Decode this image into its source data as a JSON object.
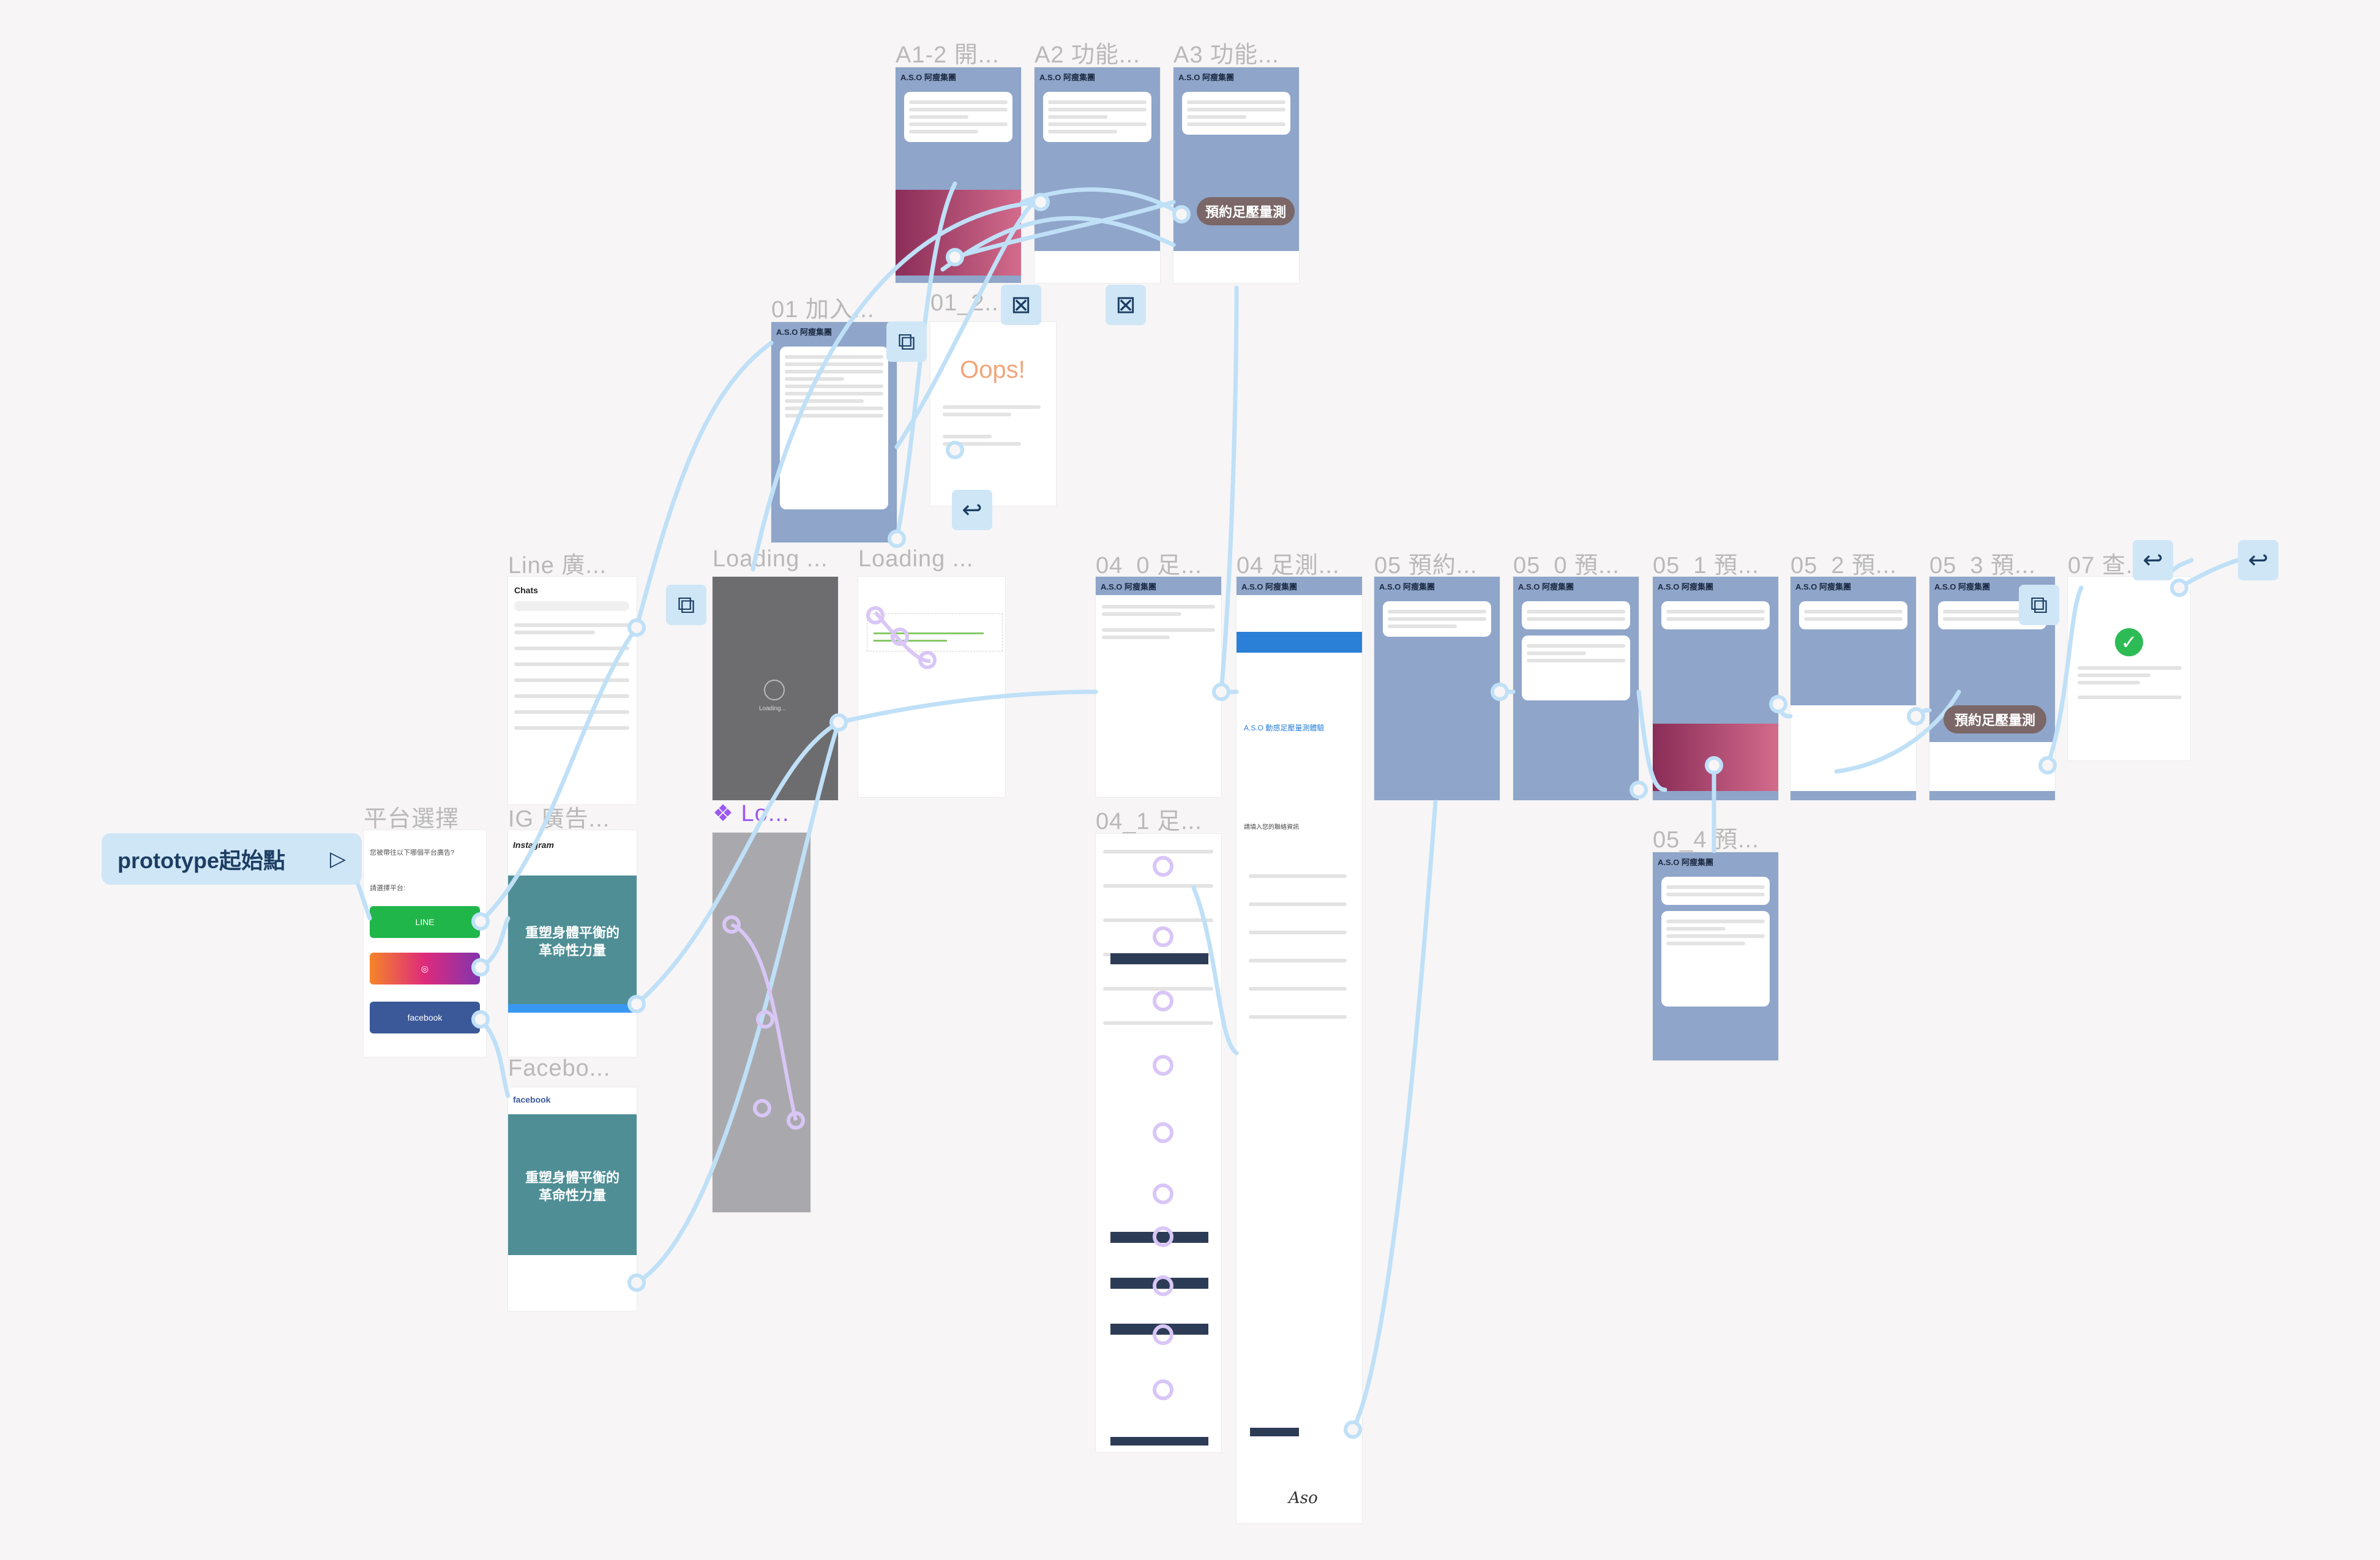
{
  "start": {
    "label": "prototype起始點",
    "play_icon": "play-icon"
  },
  "frames": {
    "a1_2": "A1-2 開...",
    "a2": "A2 功能...",
    "a3": "A3 功能...",
    "f01": "01 加入...",
    "f01_2": "01_2...",
    "line_ad": "Line 廣...",
    "loading1": "Loading ...",
    "loading2": "Loading ...",
    "platform": "平台選擇",
    "ig_ad": "IG 廣告...",
    "lo_comp": "Lo...",
    "fb_ad": "Facebo...",
    "f04_0": "04_0 足...",
    "f04": "04 足測...",
    "f05": "05 預約...",
    "f05_0": "05_0 預...",
    "f05_1": "05_1 預...",
    "f05_2": "05_2 預...",
    "f05_3": "05_3 預...",
    "f07": "07 查...",
    "f04_1": "04_1 足...",
    "f05_4": "05_4 預..."
  },
  "content": {
    "booking_button": "預約足壓量測",
    "oops": "Oops!",
    "loading_text": "Loading...",
    "chats_title": "Chats",
    "instagram_brand": "Instagram",
    "facebook_brand": "facebook",
    "platform_prompt": "您被帶往以下哪個平台廣告?",
    "platform_select": "請選擇平台:",
    "platform_line": "LINE",
    "platform_facebook": "facebook",
    "hero_line1": "重塑身體平衡的",
    "hero_line2": "革命性力量",
    "aso_title": "A.S.O 動感足壓量測體驗",
    "form_header": "請填入您的聯絡資訊",
    "signature": "Aso",
    "chat_header": "A.S.O 阿瘦集團"
  },
  "colors": {
    "canvas": "#f7f5f6",
    "link": "#bfe0f7",
    "link_component": "#d9c6f6",
    "line_chat": "#8fa5c9",
    "hotspot": "#cfe6f7",
    "line_green": "#20b64a",
    "fb_blue": "#3b5998",
    "menu_brown": "#7b6767"
  },
  "icons": {
    "overlay": "overlay-icon",
    "close": "close-box-icon",
    "back": "back-arrow-icon",
    "check": "check-circle-icon",
    "component": "component-diamond-icon"
  }
}
